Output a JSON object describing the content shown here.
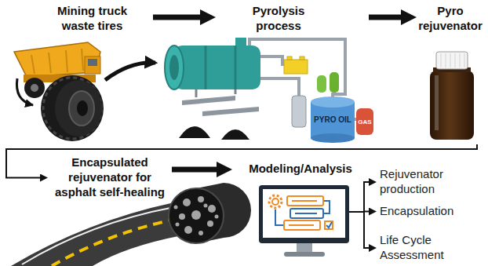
{
  "diagram": {
    "nodes": [
      {
        "text": [
          "Mining truck waste tires"
        ]
      },
      {
        "text": [
          "Pyrolysis process"
        ]
      },
      {
        "text": [
          "Pyro rejuvenator"
        ]
      },
      {
        "text": [
          "Encapsulated rejuvenator for asphalt self-healing"
        ]
      },
      {
        "text": [
          "Modeling/Analysis"
        ]
      },
      {
        "text": [
          "Rejuvenator production"
        ]
      },
      {
        "text": [
          "Encapsulation"
        ]
      },
      {
        "text": [
          "Life Cycle Assessment"
        ]
      }
    ],
    "edges": [
      {
        "from": 0,
        "to": 1,
        "arrow": "to"
      },
      {
        "from": 1,
        "to": 2,
        "arrow": "to"
      },
      {
        "from": 2,
        "to": 3,
        "arrow": "to"
      },
      {
        "from": 3,
        "to": 4,
        "arrow": "to"
      },
      {
        "from": 4,
        "to": 5,
        "arrow": "to"
      },
      {
        "from": 4,
        "to": 6,
        "arrow": "to"
      },
      {
        "from": 4,
        "to": 7,
        "arrow": "to"
      }
    ],
    "labels": [
      "PYRO OIL",
      "GAS"
    ]
  }
}
